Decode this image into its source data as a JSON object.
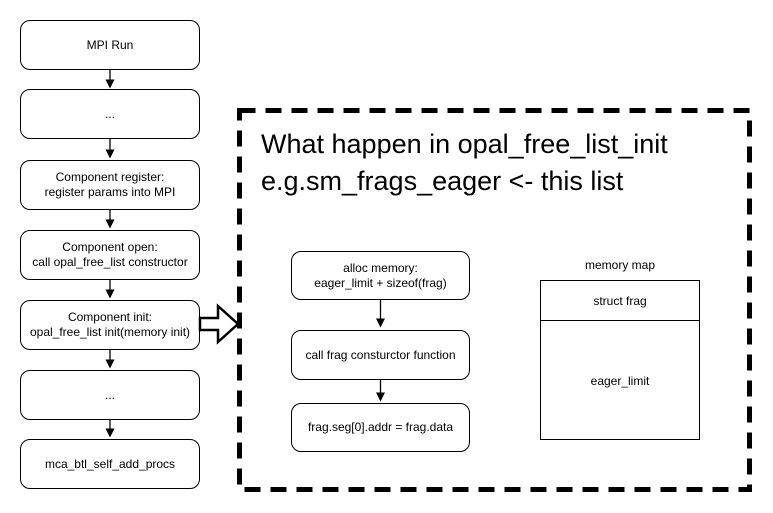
{
  "colors": {
    "stroke": "#000000",
    "background": "#ffffff",
    "text": "#000000"
  },
  "flowchart": {
    "steps": [
      "MPI Run",
      "...",
      "Component register:\nregister params into MPI",
      "Component open:\ncall opal_free_list constructor",
      "Component init:\nopal_free_list init(memory init)",
      "...",
      "mca_btl_self_add_procs"
    ]
  },
  "detail_panel": {
    "title": "What happen in opal_free_list_init\ne.g.sm_frags_eager <- this list",
    "steps": [
      "alloc memory:\neager_limit + sizeof(frag)",
      "call frag consturctor function",
      "frag.seg[0].addr = frag.data"
    ],
    "memory_map": {
      "label": "memory map",
      "regions": [
        "struct frag",
        "eager_limit"
      ]
    }
  }
}
